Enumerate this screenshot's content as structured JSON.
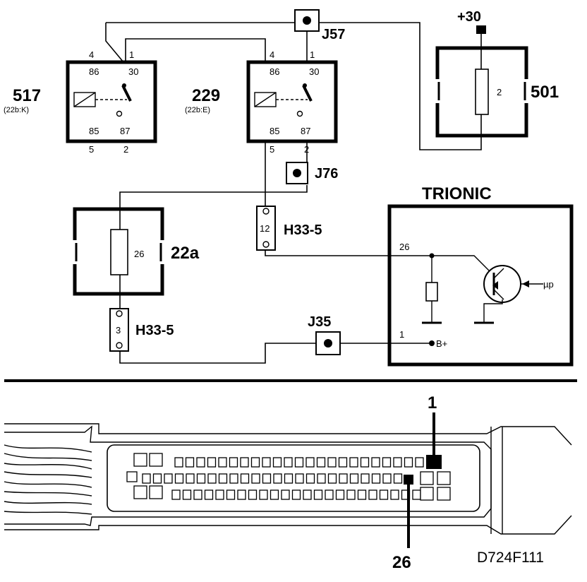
{
  "components": {
    "relay_517": {
      "id": "517",
      "ref": "(22b:K)",
      "pin_86": "86",
      "pin_30": "30",
      "pin_85": "85",
      "pin_87": "87",
      "term_4": "4",
      "term_1": "1",
      "term_5": "5",
      "term_2": "2"
    },
    "relay_229": {
      "id": "229",
      "ref": "(22b:E)",
      "pin_86": "86",
      "pin_30": "30",
      "pin_85": "85",
      "pin_87": "87",
      "term_4": "4",
      "term_1": "1",
      "term_5": "5",
      "term_2": "2"
    },
    "fuse_501": {
      "id": "501",
      "pin": "2",
      "supply": "+30"
    },
    "fuse_22a": {
      "id": "22a",
      "pin": "26"
    },
    "junctions": {
      "j57": "J57",
      "j76": "J76",
      "j35": "J35"
    },
    "connector_upper": {
      "label": "H33-5",
      "pin": "12"
    },
    "connector_lower": {
      "label": "H33-5",
      "pin": "3"
    },
    "trionic": {
      "title": "TRIONIC",
      "pin_26": "26",
      "pin_1": "1",
      "bplus": "B+",
      "mu": "µp"
    }
  },
  "ecu_connector": {
    "pin_1_label": "1",
    "pin_26_label": "26"
  },
  "drawing_code": "D724F111"
}
